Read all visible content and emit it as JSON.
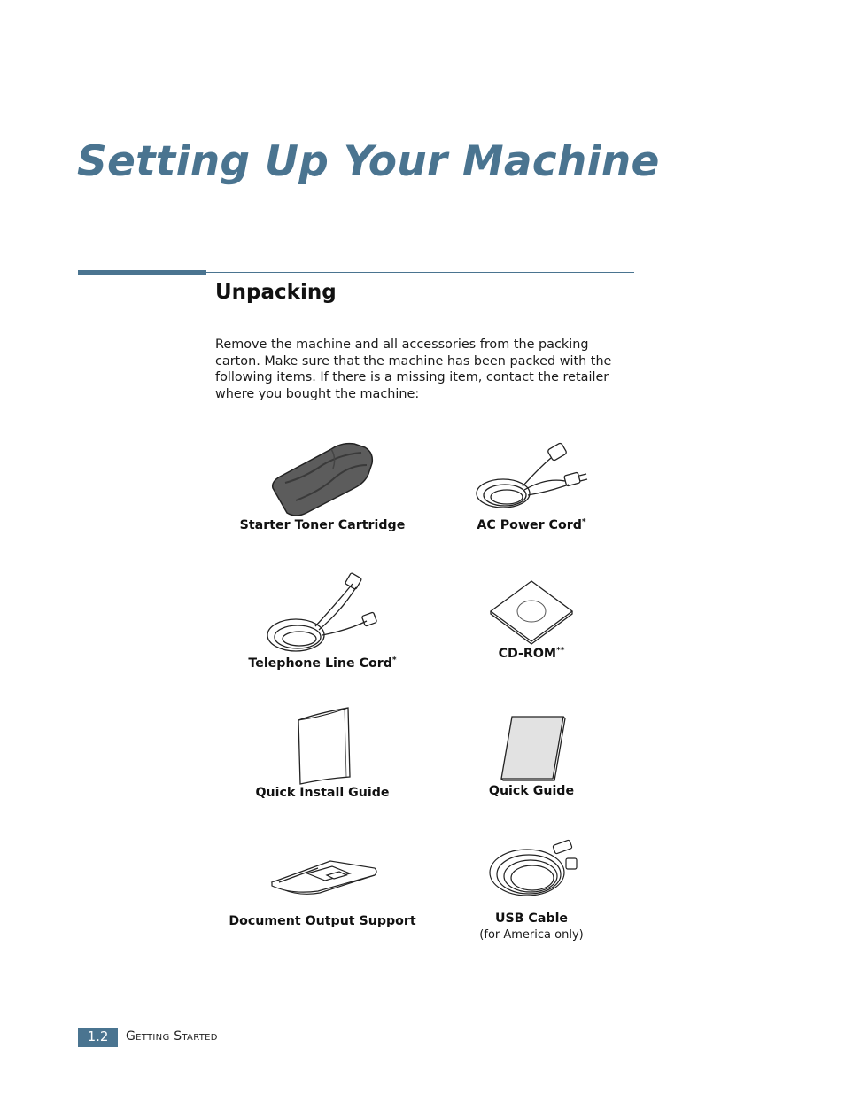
{
  "page": {
    "title": "Setting Up Your Machine",
    "section_heading": "Unpacking",
    "intro": "Remove the machine and all accessories from the packing carton. Make sure that the machine has been packed with the following items. If there is a missing item, contact the retailer where you bought the machine:"
  },
  "items": [
    {
      "label": "Starter Toner Cartridge",
      "mark": "",
      "icon": "toner-cartridge-icon"
    },
    {
      "label": "AC Power Cord",
      "mark": "*",
      "icon": "power-cord-icon"
    },
    {
      "label": "Telephone Line Cord",
      "mark": "*",
      "icon": "telephone-cord-icon"
    },
    {
      "label": "CD-ROM",
      "mark": "**",
      "icon": "cd-rom-icon"
    },
    {
      "label": "Quick Install Guide",
      "mark": "",
      "icon": "install-guide-icon"
    },
    {
      "label": "Quick Guide",
      "mark": "",
      "icon": "quick-guide-icon"
    },
    {
      "label": "Document Output Support",
      "mark": "",
      "icon": "output-support-icon"
    },
    {
      "label": "USB Cable",
      "mark": "",
      "note": "(for America only)",
      "icon": "usb-cable-icon"
    }
  ],
  "footer": {
    "page_number": "1.2",
    "chapter": "Getting Started"
  },
  "colors": {
    "accent": "#4a7490"
  }
}
